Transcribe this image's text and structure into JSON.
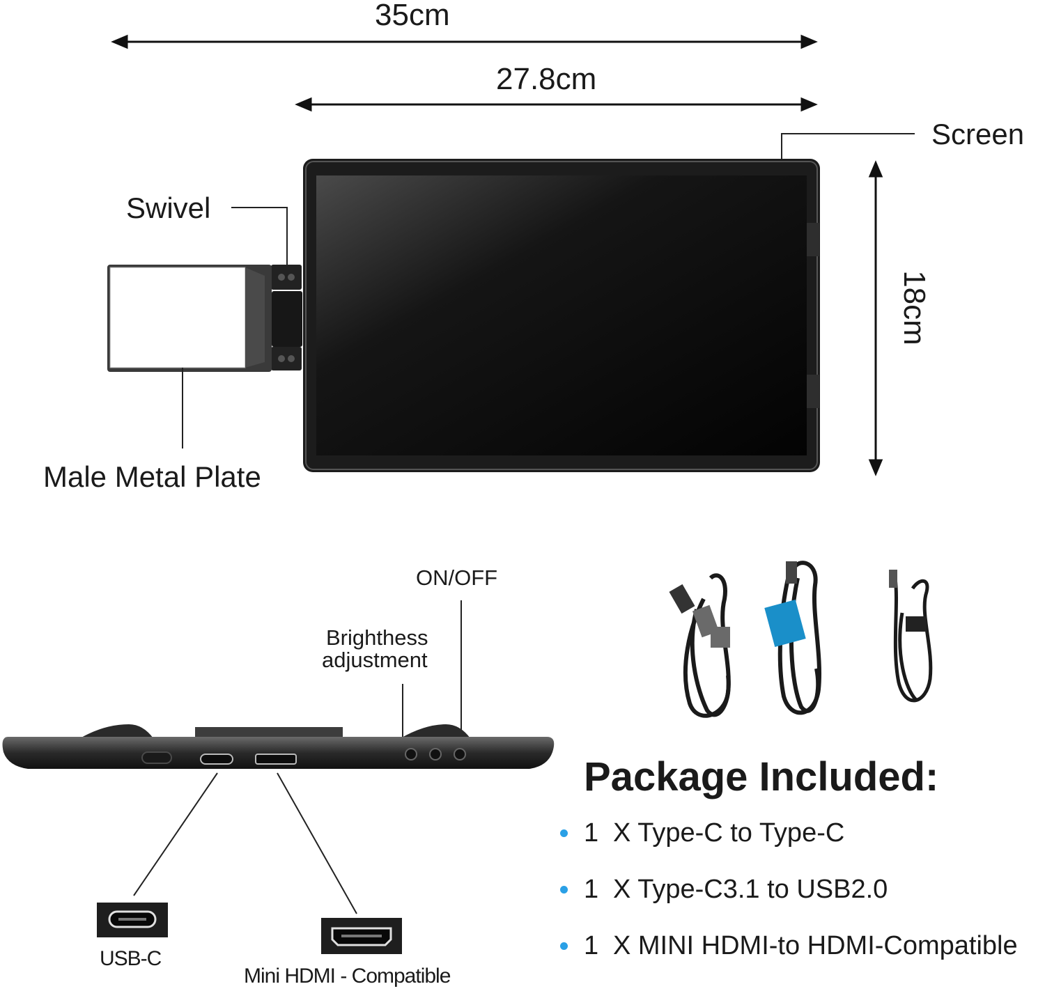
{
  "dimensions": {
    "overall_width": "35cm",
    "screen_width": "27.8cm",
    "height": "18cm"
  },
  "parts": {
    "screen": "Screen",
    "swivel": "Swivel",
    "plate": "Male Metal Plate"
  },
  "controls": {
    "power": "ON/OFF",
    "brightness_line1": "Brighthess",
    "brightness_line2": "adjustment"
  },
  "ports": {
    "usb_c": "USB-C",
    "mini_hdmi": "Mini HDMI - Compatible"
  },
  "package": {
    "title": "Package Included:",
    "items": [
      {
        "qty": "1",
        "desc": "X Type-C to Type-C"
      },
      {
        "qty": "1",
        "desc": "X Type-C3.1 to USB2.0"
      },
      {
        "qty": "1",
        "desc": "X MINI HDMI-to HDMI-Compatible"
      }
    ]
  },
  "colors": {
    "accent_dot": "#2aa0e6",
    "frame": "#1c1c1c"
  }
}
